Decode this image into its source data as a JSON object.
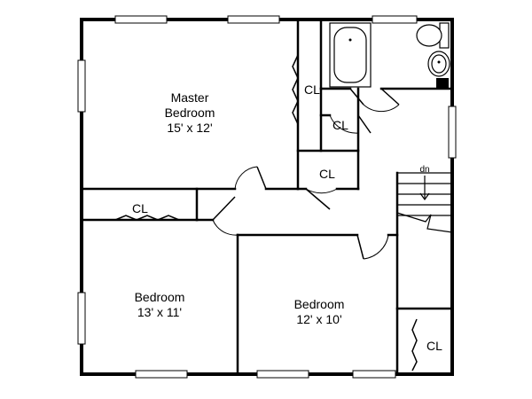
{
  "rooms": {
    "master": {
      "name": "Master",
      "name2": "Bedroom",
      "size": "15' x 12'"
    },
    "bedroom_left": {
      "name": "Bedroom",
      "size": "13' x 11'"
    },
    "bedroom_right": {
      "name": "Bedroom",
      "size": "12' x 10'"
    }
  },
  "closets": {
    "master_closet": "CL",
    "bath_closet": "CL",
    "hall_closet": "CL",
    "left_closet": "CL",
    "right_closet": "CL"
  },
  "stairs": {
    "label": "dn"
  },
  "icons": [
    "toilet-icon",
    "sink-icon",
    "bathtub-icon",
    "chimney-icon"
  ]
}
